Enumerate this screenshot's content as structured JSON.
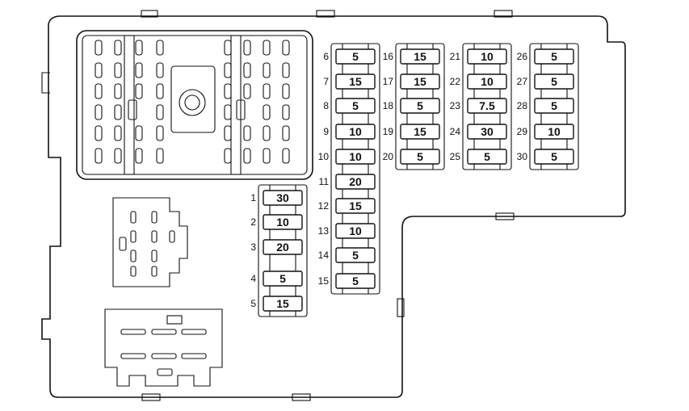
{
  "diagram": {
    "title": "Fuse panel layout",
    "fuses": [
      {
        "number": "1",
        "amps": "30"
      },
      {
        "number": "2",
        "amps": "10"
      },
      {
        "number": "3",
        "amps": "20"
      },
      {
        "number": "4",
        "amps": "5"
      },
      {
        "number": "5",
        "amps": "15"
      },
      {
        "number": "6",
        "amps": "5"
      },
      {
        "number": "7",
        "amps": "15"
      },
      {
        "number": "8",
        "amps": "5"
      },
      {
        "number": "9",
        "amps": "10"
      },
      {
        "number": "10",
        "amps": "10"
      },
      {
        "number": "11",
        "amps": "20"
      },
      {
        "number": "12",
        "amps": "15"
      },
      {
        "number": "13",
        "amps": "10"
      },
      {
        "number": "14",
        "amps": "5"
      },
      {
        "number": "15",
        "amps": "5"
      },
      {
        "number": "16",
        "amps": "15"
      },
      {
        "number": "17",
        "amps": "15"
      },
      {
        "number": "18",
        "amps": "5"
      },
      {
        "number": "19",
        "amps": "15"
      },
      {
        "number": "20",
        "amps": "5"
      },
      {
        "number": "21",
        "amps": "10"
      },
      {
        "number": "22",
        "amps": "10"
      },
      {
        "number": "23",
        "amps": "7.5"
      },
      {
        "number": "24",
        "amps": "30"
      },
      {
        "number": "25",
        "amps": "5"
      },
      {
        "number": "26",
        "amps": "5"
      },
      {
        "number": "27",
        "amps": "5"
      },
      {
        "number": "28",
        "amps": "5"
      },
      {
        "number": "29",
        "amps": "10"
      },
      {
        "number": "30",
        "amps": "5"
      }
    ]
  }
}
